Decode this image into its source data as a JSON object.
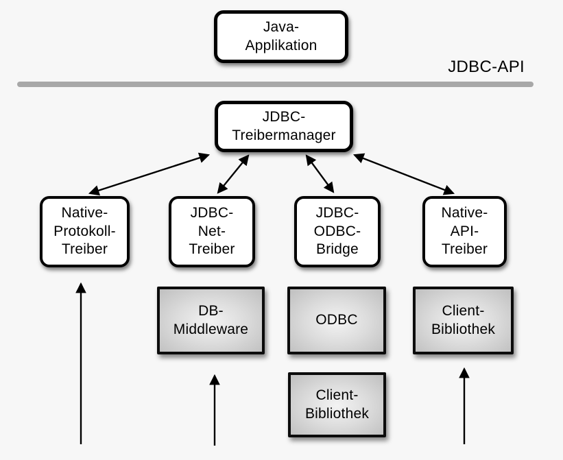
{
  "api_label": "JDBC-API",
  "boxes": {
    "java_application": "Java-\nApplikation",
    "jdbc_treibermanager": "JDBC-\nTreibermanager",
    "native_protokoll_treiber": "Native-\nProtokoll-\nTreiber",
    "jdbc_net_treiber": "JDBC-\nNet-\nTreiber",
    "jdbc_odbc_bridge": "JDBC-\nODBC-\nBridge",
    "native_api_treiber": "Native-\nAPI-\nTreiber",
    "db_middleware": "DB-\nMiddleware",
    "odbc": "ODBC",
    "client_bibliothek_odbc": "Client-\nBibliothek",
    "client_bibliothek_native": "Client-\nBibliothek"
  },
  "colors": {
    "background": "#f7f7f7",
    "box_border": "#000000",
    "box_fill": "#ffffff",
    "gray_box_center": "#f3f3f3",
    "gray_box_edge": "#bfbfbf",
    "separator": "#a8a8a8",
    "arrow": "#000000",
    "text": "#000000"
  }
}
